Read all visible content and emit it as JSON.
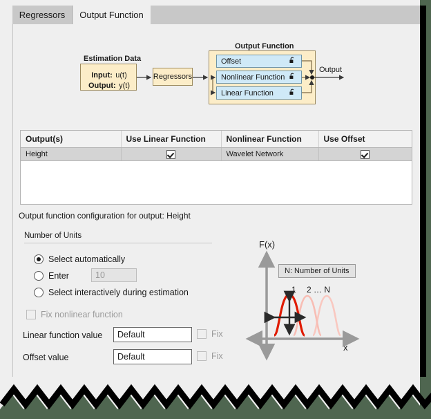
{
  "window": {
    "background_color": "#4f6650",
    "sheet_color": "#efefef"
  },
  "tabs": [
    {
      "label": "Regressors",
      "active": false
    },
    {
      "label": "Output Function",
      "active": true
    }
  ],
  "diagram": {
    "estimation_data_title": "Estimation Data",
    "estimation_input_label": "Input:",
    "estimation_input_value": "u(t)",
    "estimation_output_label": "Output:",
    "estimation_output_value": "y(t)",
    "regressors_box": "Regressors",
    "output_function_title": "Output Function",
    "blocks": [
      {
        "label": "Offset",
        "icon": "unlock-icon"
      },
      {
        "label": "Nonlinear Function",
        "icon": "unlock-icon"
      },
      {
        "label": "Linear Function",
        "icon": "unlock-icon"
      }
    ],
    "output_label": "Output",
    "yellow_color": "#fcedc8",
    "blue_color": "#cfe9f7"
  },
  "table": {
    "columns": [
      "Output(s)",
      "Use Linear Function",
      "Nonlinear Function",
      "Use Offset"
    ],
    "rows": [
      {
        "output": "Height",
        "use_linear_function": true,
        "nonlinear_function": "Wavelet Network",
        "use_offset": true
      }
    ]
  },
  "config": {
    "title": "Output function configuration for output: Height",
    "group_label": "Number of Units",
    "radios": [
      {
        "label": "Select automatically",
        "selected": true
      },
      {
        "label": "Enter",
        "selected": false
      },
      {
        "label": "Select interactively during estimation",
        "selected": false
      }
    ],
    "enter_value": "10",
    "fix_nonlinear_label": "Fix nonlinear function",
    "fix_nonlinear_checked": false,
    "linear_function_value_label": "Linear function value",
    "linear_function_value": "Default",
    "linear_fix_label": "Fix",
    "offset_value_label": "Offset value",
    "offset_value": "Default",
    "offset_fix_label": "Fix"
  },
  "plot": {
    "y_axis_label": "F(x)",
    "x_axis_label": "x",
    "legend_label": "N: Number of Units",
    "unit_labels": [
      "1",
      "2 … N"
    ],
    "active_curve_color": "#e01b00",
    "faded_curve_color": "#f9c8c0"
  }
}
